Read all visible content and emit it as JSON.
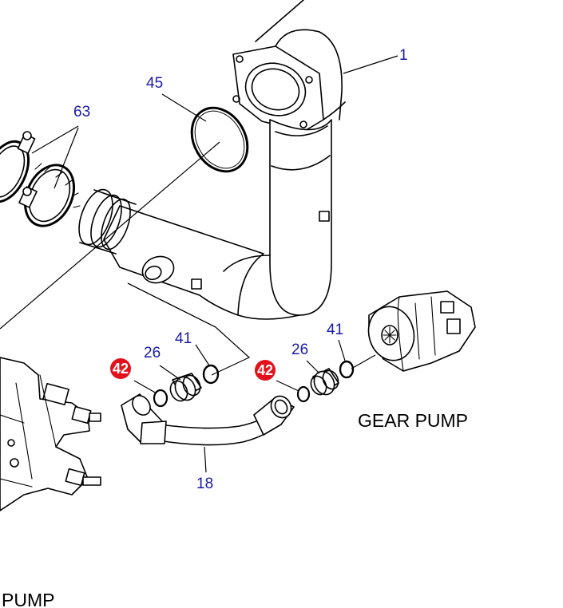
{
  "colors": {
    "label": "#1a1aa8",
    "badge": "#e2111b",
    "line": "#000000"
  },
  "parts": {
    "p1": "1",
    "p45": "45",
    "p63": "63",
    "p41_left": "41",
    "p26_left": "26",
    "p42_left": "42",
    "p41_right": "41",
    "p26_right": "26",
    "p42_right": "42",
    "p18": "18"
  },
  "captions": {
    "gear_pump": "GEAR PUMP",
    "pump_partial": "PUMP"
  }
}
